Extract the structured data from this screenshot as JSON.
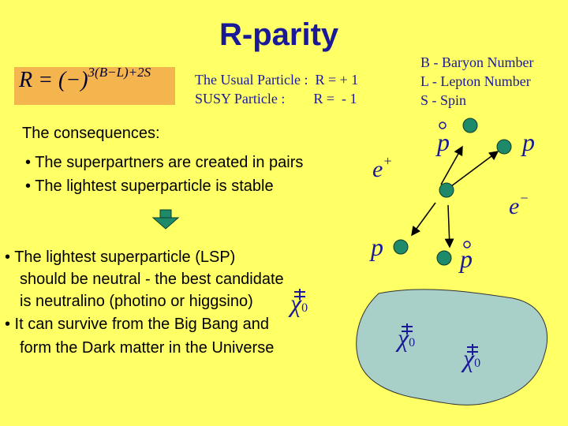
{
  "title": "R-parity",
  "formula": {
    "lhs": "R = (−)",
    "exponent": "3(B−L)+2S"
  },
  "parity": {
    "usual": "The Usual Particle :  R = + 1",
    "susy": "SUSY Particle :        R =  - 1"
  },
  "legend": [
    "B - Baryon Number",
    "L - Lepton Number",
    "S - Spin"
  ],
  "consequences": {
    "heading": "The consequences:",
    "bullets": [
      "• The superpartners are created in pairs",
      "• The lightest superparticle is stable"
    ]
  },
  "lsp": {
    "line1": "• The lightest superparticle (LSP)",
    "line2": "should be neutral - the best candidate",
    "line3": "is neutralino  (photino or higgsino)",
    "line4": "• It can survive from the Big Bang  and",
    "line5": "form the Dark matter  in the Universe"
  },
  "diagram": {
    "p": "p",
    "e_plus": "e",
    "e_plus_sup": "+",
    "e_minus": "e",
    "e_minus_sup": "−",
    "neutralino_sub": "0"
  },
  "colors": {
    "background": "#ffff66",
    "title": "#1a1a99",
    "formula_box": "#f5b54e",
    "particle": "#1f8a6a",
    "dark_matter": "#a8cfc8",
    "arrow_down": "#1f8a6a"
  },
  "icons": [
    "down-arrow-icon",
    "particle-dot-icon",
    "neutralino-symbol-icon"
  ]
}
